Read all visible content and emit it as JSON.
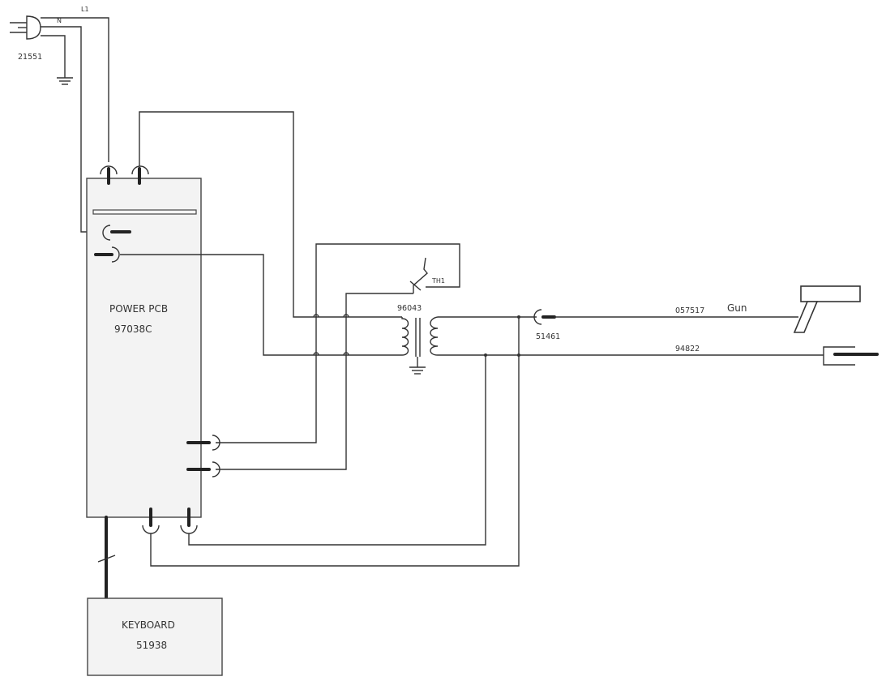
{
  "labels": {
    "l1": "L1",
    "n": "N",
    "plug": "21551",
    "power_pcb": "POWER  PCB",
    "power_pcb_part": "97038C",
    "thermal": "TH1",
    "transformer": "96043",
    "connector": "51461",
    "wire_top": "057517",
    "gun": "Gun",
    "wire_bottom": "94822",
    "keyboard": "KEYBOARD",
    "keyboard_part": "51938"
  },
  "colors": {
    "line": "#333333",
    "board_fill": "#f3f3f3"
  }
}
